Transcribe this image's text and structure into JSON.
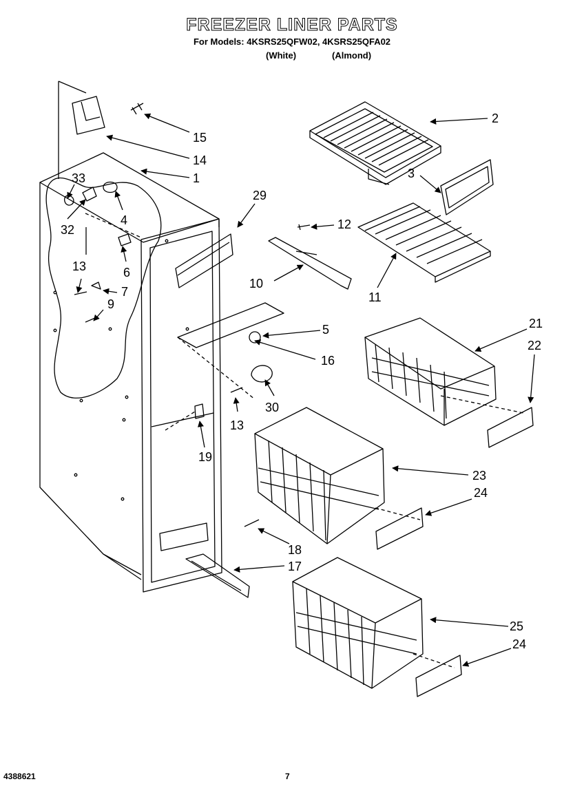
{
  "header": {
    "title": "FREEZER LINER PARTS",
    "models_line": "For Models: 4KSRS25QFW02, 4KSRS25QFA02",
    "variant_white": "(White)",
    "variant_almond": "(Almond)"
  },
  "footer": {
    "doc_number": "4388621",
    "page_number": "7"
  },
  "callouts": [
    "2",
    "3",
    "15",
    "14",
    "1",
    "33",
    "4",
    "32",
    "29",
    "12",
    "6",
    "13",
    "7",
    "10",
    "11",
    "9",
    "5",
    "16",
    "21",
    "22",
    "30",
    "13",
    "19",
    "23",
    "24",
    "18",
    "17",
    "25",
    "24"
  ]
}
